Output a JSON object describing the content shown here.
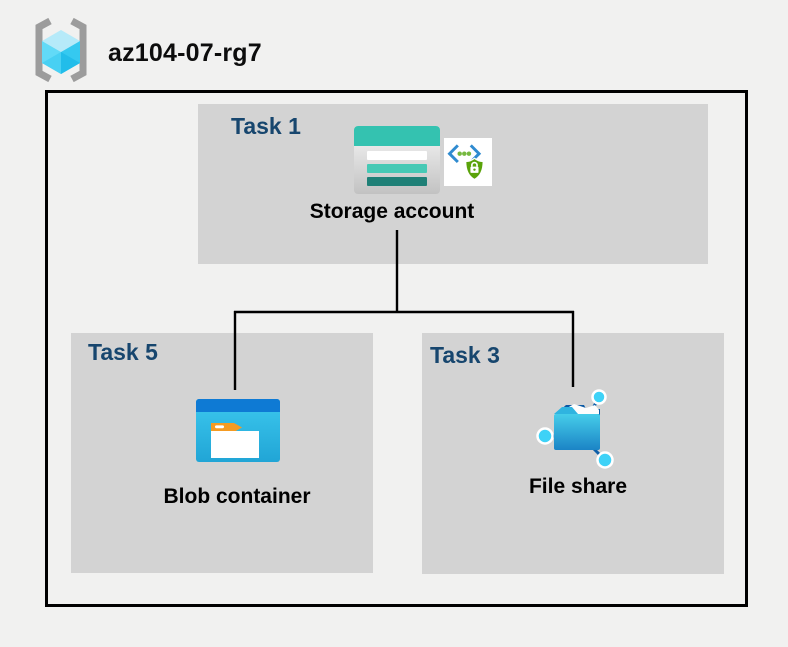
{
  "header": {
    "title": "az104-07-rg7",
    "icon": "resource-group-icon"
  },
  "tasks": [
    {
      "id": "task-1",
      "label": "Task 1",
      "node": "Storage account",
      "icons": [
        "storage-account-icon",
        "code-security-lock-icon"
      ]
    },
    {
      "id": "task-5",
      "label": "Task 5",
      "node": "Blob container",
      "icons": [
        "blob-container-icon"
      ]
    },
    {
      "id": "task-3",
      "label": "Task 3",
      "node": "File share",
      "icons": [
        "file-share-icon"
      ]
    }
  ],
  "connections": [
    {
      "from": "Storage account",
      "to": "Blob container"
    },
    {
      "from": "Storage account",
      "to": "File share"
    }
  ],
  "colors": {
    "page_background": "#f1f1f0",
    "task_box_background": "#d3d3d3",
    "task_label": "#17466e",
    "node_label": "#000000",
    "boundary_border": "#000000",
    "storage_teal": "#34c2b0",
    "blob_blue": "#0e7ad4",
    "file_blue": "#1b84c6",
    "cube_cyan": "#35c9f0"
  }
}
